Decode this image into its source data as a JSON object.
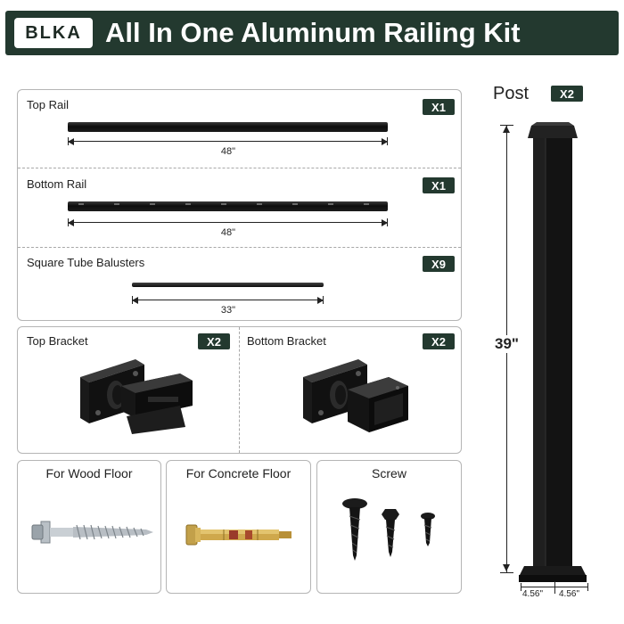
{
  "header": {
    "logo": "BLKA",
    "title": "All In One Aluminum Railing Kit"
  },
  "rails": [
    {
      "label": "Top Rail",
      "qty": "X1",
      "dim": "48\""
    },
    {
      "label": "Bottom Rail",
      "qty": "X1",
      "dim": "48\""
    },
    {
      "label": "Square Tube Balusters",
      "qty": "X9",
      "dim": "33\""
    }
  ],
  "brackets": [
    {
      "label": "Top Bracket",
      "qty": "X2"
    },
    {
      "label": "Bottom Bracket",
      "qty": "X2"
    }
  ],
  "fasteners": [
    {
      "label": "For Wood Floor"
    },
    {
      "label": "For Concrete Floor"
    },
    {
      "label": "Screw"
    }
  ],
  "post": {
    "label": "Post",
    "qty": "X2",
    "height": "39\"",
    "base_w1": "4.56\"",
    "base_w2": "4.56\""
  },
  "colors": {
    "brand": "#23392f",
    "metal": "#111111"
  }
}
